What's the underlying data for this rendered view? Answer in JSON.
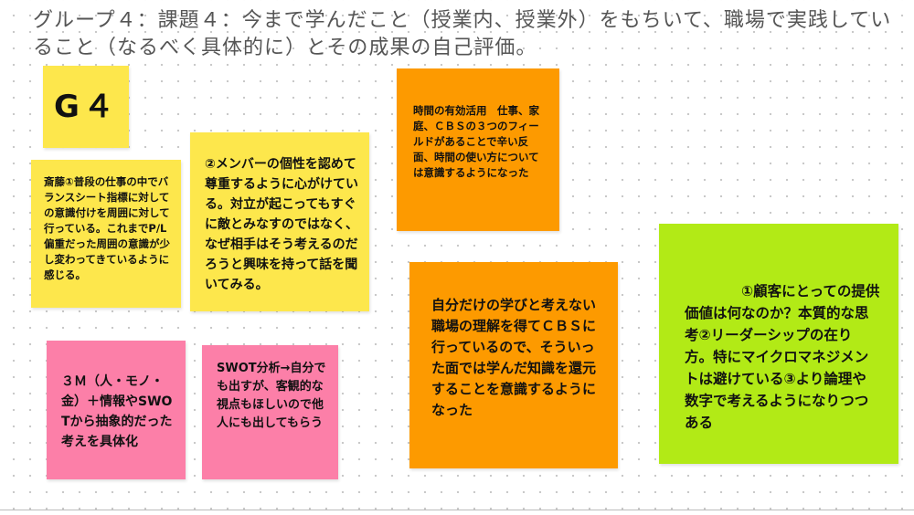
{
  "title": "グループ４：課題４：今まで学んだこと（授業内、授業外）をもちいて、職場で実践していること（なるべく具体的に）とその成果の自己評価。",
  "colors": {
    "yellow": "#fde74c",
    "orange": "#fd9a00",
    "pink": "#fc7fa8",
    "lime": "#b2ea16"
  },
  "notes": {
    "g4": "G４",
    "saito": "斎藤①普段の仕事の中でバランスシート指標に対しての意識付けを周囲に対して行っている。これまでP/L偏重だった周囲の意識が少し変わってきているように感じる。",
    "member": "②メンバーの個性を認めて尊重するように心がけている。対立が起こってもすぐに敵とみなすのではなく、なぜ相手はそう考えるのだろうと興味を持って話を聞いてみる。",
    "time": "時間の有効活用　仕事、家庭、ＣＢＳの３つのフィールドがあることで辛い反面、時間の使い方については意識するようになった",
    "self": "自分だけの学びと考えない　職場の理解を得てＣＢＳに行っているので、そういった面では学んだ知識を還元することを意識するようになった",
    "customer": "　　　　①顧客にとっての提供価値は何なのか？本質的な思考②リーダーシップの在り方。特にマイクロマネジメントは避けている③より論理や数字で考えるようになりつつある",
    "three_m": "３Ｍ（人・モノ・金）＋情報やSWOTから抽象的だった考えを具体化",
    "swot": "SWOT分析→自分でも出すが、客観的な視点もほしいので他人にも出してもらう"
  }
}
